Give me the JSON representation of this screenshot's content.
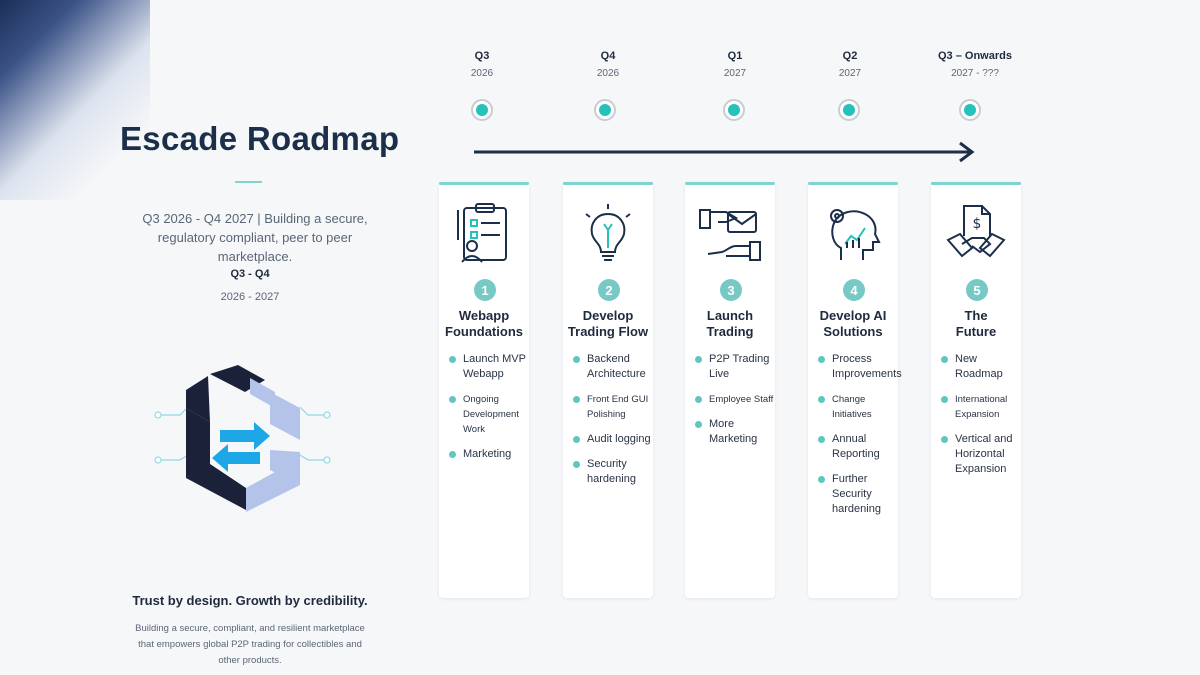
{
  "title": "Escade Roadmap",
  "subtitle": "Q3 2026 - Q4 2027 | Building a secure, regulatory compliant, peer to peer marketplace.",
  "period": "Q3 - Q4",
  "period_years": "2026 - 2027",
  "tagline": "Trust by design. Growth by credibility.",
  "blurb": "Building a secure, compliant, and resilient marketplace that empowers global P2P trading for collectibles and other products.",
  "colors": {
    "accent": "#25c1bb",
    "navy": "#1c2f4a",
    "logo_light": "#b4c3ea",
    "logo_arrow": "#1ea7e6"
  },
  "milestones": [
    {
      "quarter": "Q3",
      "year": "2026"
    },
    {
      "quarter": "Q4",
      "year": "2026"
    },
    {
      "quarter": "Q1",
      "year": "2027"
    },
    {
      "quarter": "Q2",
      "year": "2027"
    },
    {
      "quarter": "Q3 – Onwards",
      "year": "2027 - ???"
    }
  ],
  "phases": [
    {
      "num": "1",
      "icon": "clipboard-person-icon",
      "title_1": "Webapp",
      "title_2": "Foundations",
      "items": [
        "Launch MVP Webapp",
        "Ongoing Development Work",
        "Marketing"
      ]
    },
    {
      "num": "2",
      "icon": "lightbulb-icon",
      "title_1": "Develop",
      "title_2": "Trading Flow",
      "items": [
        "Backend Architecture",
        "Front End GUI Polishing",
        "Audit logging",
        "Security hardening"
      ]
    },
    {
      "num": "3",
      "icon": "hand-envelope-icon",
      "title_1": "Launch",
      "title_2": "Trading",
      "items": [
        "P2P Trading Live",
        "Employee Staff",
        "More Marketing"
      ]
    },
    {
      "num": "4",
      "icon": "head-gear-chart-icon",
      "title_1": "Develop AI",
      "title_2": "Solutions",
      "items": [
        "Process Improvements",
        "Change Initiatives",
        "Annual Reporting",
        "Further Security hardening"
      ]
    },
    {
      "num": "5",
      "icon": "handshake-document-icon",
      "title_1": "The",
      "title_2": "Future",
      "items": [
        "New Roadmap",
        "International Expansion",
        "Vertical and Horizontal Expansion"
      ]
    }
  ]
}
